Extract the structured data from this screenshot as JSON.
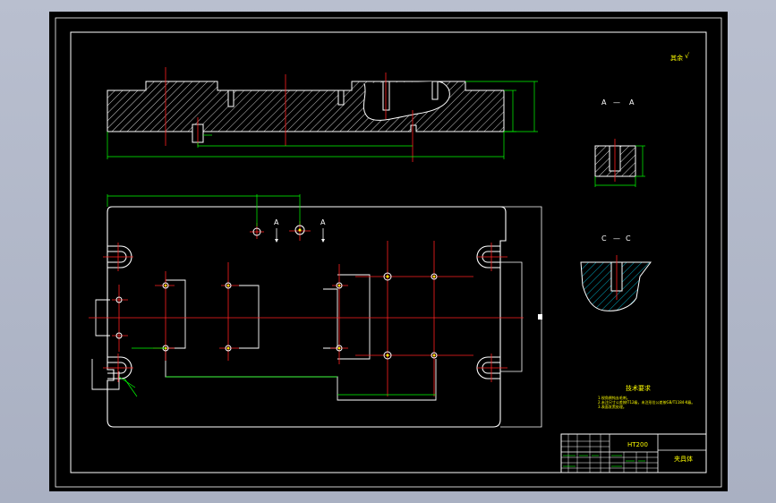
{
  "sheet": {
    "top_right_note": "其余",
    "roughness_symbol": "√"
  },
  "section_aa": {
    "title_left": "A",
    "title_dash": "—",
    "title_right": "A"
  },
  "section_cc": {
    "title_left": "C",
    "title_dash": "—",
    "title_right": "C"
  },
  "plan_view": {
    "cut_mark_left": "A",
    "cut_mark_right": "A"
  },
  "tech_requirements": {
    "heading": "技术要求",
    "items": [
      "1.锐角倒钝去毛刺。",
      "2.未注尺寸公差按IT12级，未注形位公差按GB/T1184-K级。",
      "3.表面发黑处理。"
    ]
  },
  "title_block": {
    "material": "HT200",
    "part_name": "夹具体"
  },
  "colors": {
    "frame": "#ffffff",
    "outline": "#ffffff",
    "dimension": "#00ff00",
    "centerline": "#ff2020",
    "hatch": "#ffffff",
    "section_hatch": "#00e0ff",
    "text": "#ffff00",
    "viewport_bg": "#000000",
    "app_bg": "#b4bbcc"
  }
}
